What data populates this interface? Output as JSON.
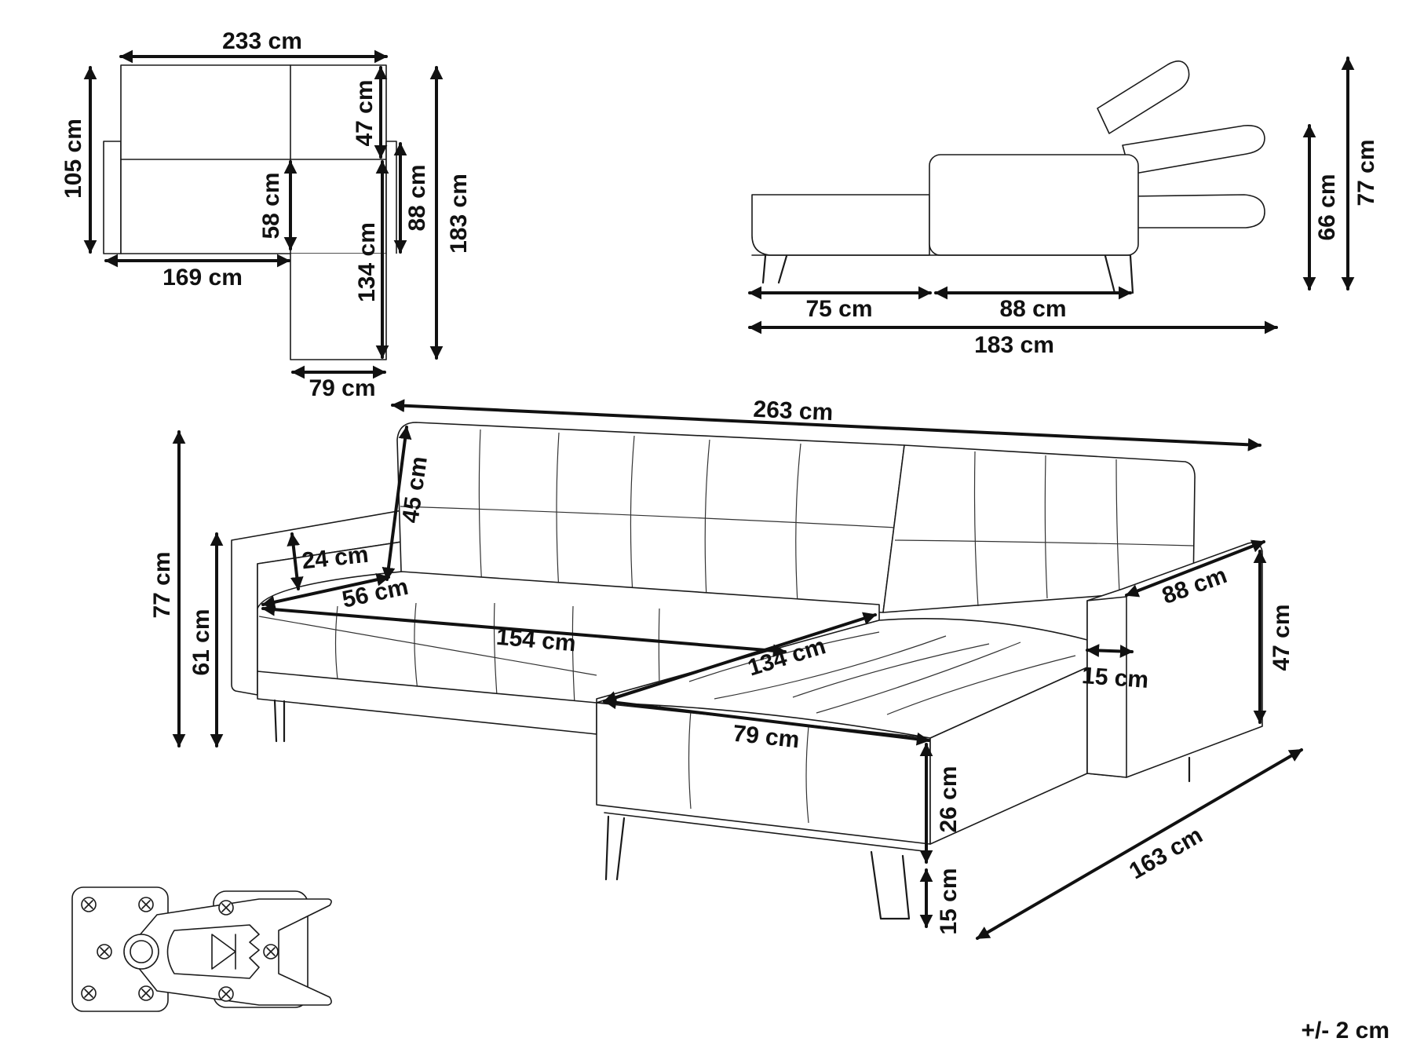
{
  "top_view": {
    "total_width": "233 cm",
    "side_depth": "105 cm",
    "back_depth": "47 cm",
    "seat_depth": "58 cm",
    "sofa_length": "169 cm",
    "chaise_length": "134 cm",
    "chaise_seat": "88 cm",
    "total_depth": "183 cm",
    "chaise_width": "79 cm"
  },
  "side_view": {
    "seat_section": "75 cm",
    "back_section": "88 cm",
    "bed_length": "183 cm",
    "seat_height": "66 cm",
    "total_height": "77 cm"
  },
  "perspective_view": {
    "total_width": "263 cm",
    "backrest_height": "45 cm",
    "armrest_height_above_seat": "24 cm",
    "seat_depth": "56 cm",
    "total_height": "77 cm",
    "armrest_height": "61 cm",
    "seat_width": "154 cm",
    "chaise_length": "134 cm",
    "armrest_length": "88 cm",
    "armrest_width": "15 cm",
    "side_height": "47 cm",
    "chaise_width": "79 cm",
    "cushion_height": "26 cm",
    "leg_height": "15 cm",
    "total_depth": "163 cm"
  },
  "tolerance": "+/- 2 cm"
}
